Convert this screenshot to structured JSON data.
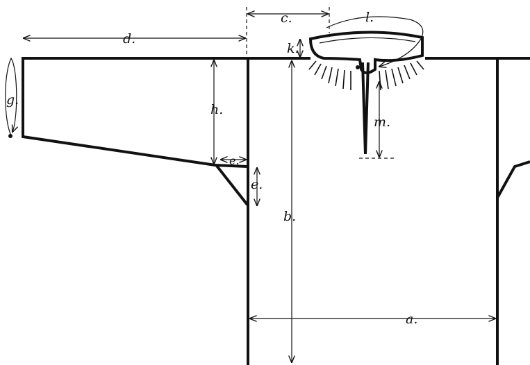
{
  "labels": {
    "a": "a.",
    "b": "b.",
    "c": "c.",
    "d": "d.",
    "e_upper": "e.",
    "e_lower": "e.",
    "g": "g.",
    "h": "h.",
    "k": "k.",
    "l": "l.",
    "m": "m."
  },
  "colors": {
    "line": "#111111",
    "background": "#ffffff"
  }
}
